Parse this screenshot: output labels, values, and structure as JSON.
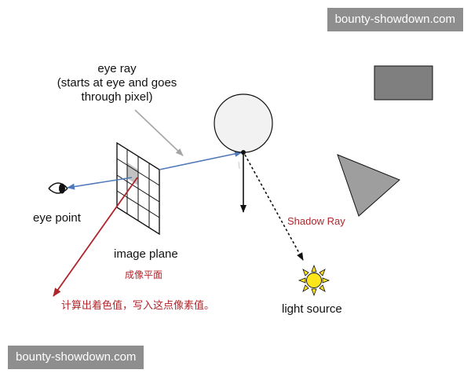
{
  "watermarks": {
    "top": "bounty-showdown.com",
    "bottom": "bounty-showdown.com"
  },
  "labels": {
    "eye_ray_line1": "eye ray",
    "eye_ray_line2": "(starts at eye and goes",
    "eye_ray_line3": "through pixel)",
    "eye_point": "eye point",
    "image_plane": "image plane",
    "image_plane_cn": "成像平面",
    "pixel_note_cn": "计算出着色值，写入这点像素值。",
    "shadow_ray": "Shadow Ray",
    "light_source": "light source"
  },
  "colors": {
    "eye_ray": "#4f79b8",
    "red_annotation": "#b0252a",
    "pointer_arrow": "#a6a6a6",
    "rectangle_fill": "#7f7f7f",
    "triangle_fill": "#9e9e9e",
    "sun_fill": "#ffe61a"
  }
}
